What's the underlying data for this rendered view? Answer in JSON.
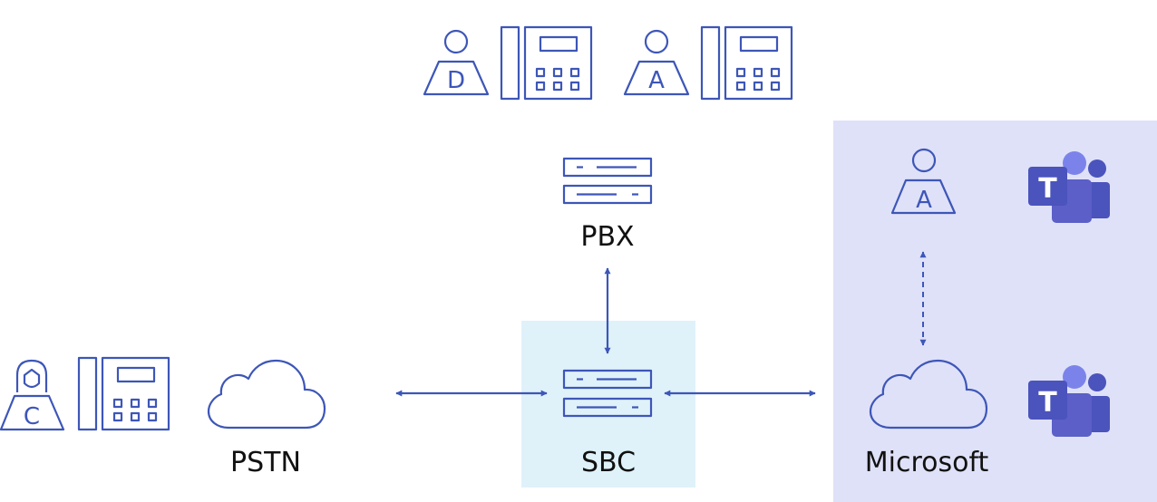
{
  "colors": {
    "line": "#3d56b8",
    "sbc_panel": "#dff2fa",
    "microsoft_panel": "#dfe1f8",
    "teams_dark": "#4b53bc",
    "teams_mid": "#5b5fc7",
    "teams_light": "#7b83eb",
    "text": "#111111"
  },
  "labels": {
    "pbx": "PBX",
    "sbc": "SBC",
    "pstn": "PSTN",
    "microsoft": "Microsoft"
  },
  "users": {
    "top_left": {
      "letter": "D",
      "icon": "user-icon"
    },
    "top_right": {
      "letter": "A",
      "icon": "user-icon"
    },
    "microsoft": {
      "letter": "A",
      "icon": "user-icon"
    },
    "pstn_caller": {
      "letter": "C",
      "icon": "user-icon"
    }
  },
  "teams_logo_letter": "T",
  "connections": [
    {
      "from": "pbx",
      "to": "sbc",
      "style": "solid",
      "direction": "both"
    },
    {
      "from": "pstn",
      "to": "sbc",
      "style": "solid",
      "direction": "both"
    },
    {
      "from": "sbc",
      "to": "microsoft",
      "style": "solid",
      "direction": "both"
    },
    {
      "from": "microsoft-user",
      "to": "microsoft-cloud",
      "style": "dashed",
      "direction": "both"
    }
  ]
}
